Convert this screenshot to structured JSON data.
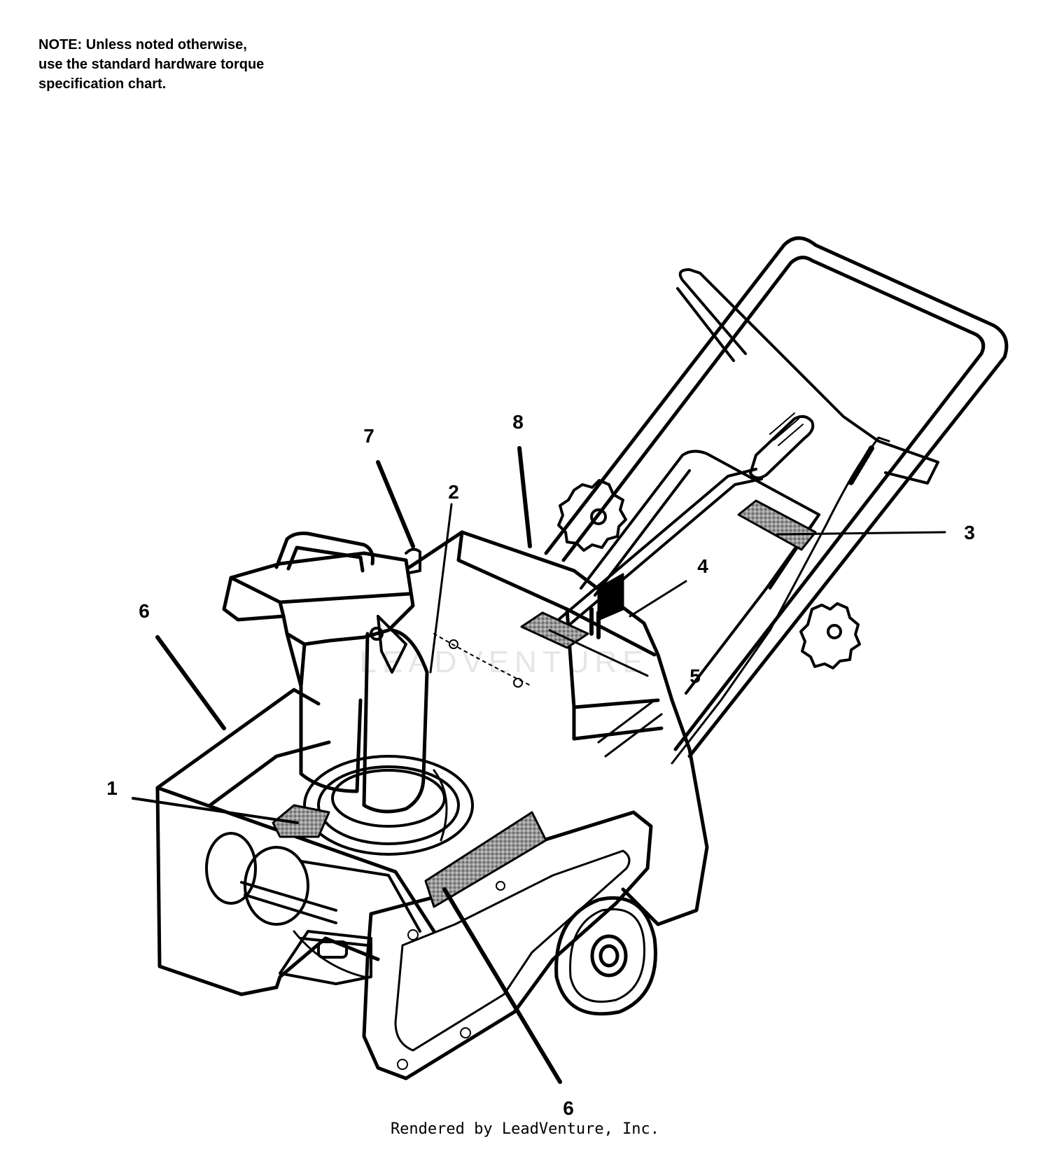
{
  "note": {
    "lines": [
      "NOTE: Unless noted otherwise,",
      "use the standard hardware torque",
      "specification chart."
    ]
  },
  "callouts": {
    "c1": "1",
    "c2": "2",
    "c3": "3",
    "c4": "4",
    "c5": "5",
    "c6a": "6",
    "c6b": "6",
    "c7": "7",
    "c8": "8"
  },
  "watermark": "LEADVENTURE",
  "footer": "Rendered by LeadVenture, Inc.",
  "colors": {
    "line": "#000000",
    "decal": "#8a8a8a",
    "watermark": "#e6e6e6"
  }
}
